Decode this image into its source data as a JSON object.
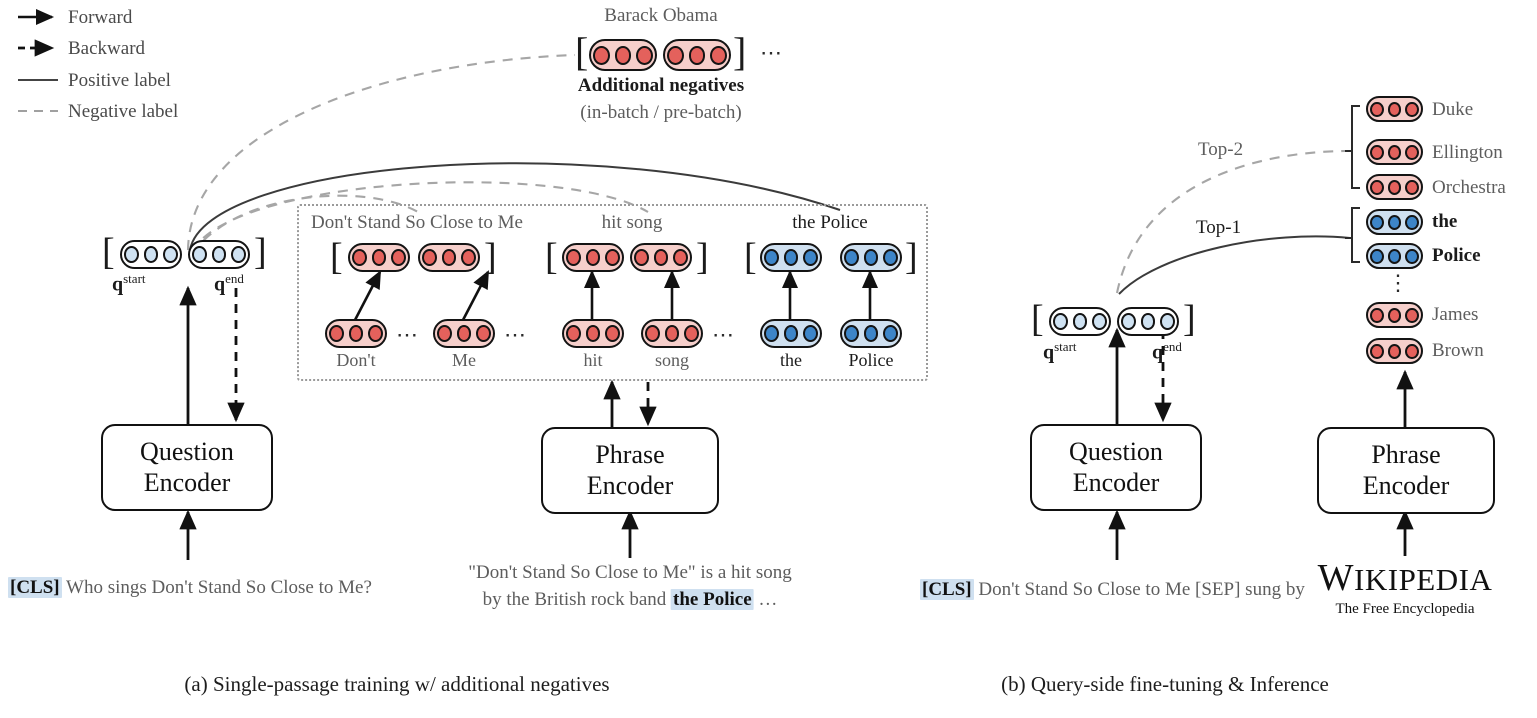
{
  "legend": {
    "items": [
      {
        "key": "forward",
        "label": "Forward",
        "style": "solid-arrow"
      },
      {
        "key": "backward",
        "label": "Backward",
        "style": "dashed-arrow"
      },
      {
        "key": "positive",
        "label": "Positive label",
        "style": "solid-line"
      },
      {
        "key": "negative",
        "label": "Negative label",
        "style": "dashed-line"
      }
    ]
  },
  "colors": {
    "red_fill": "#f6cfcb",
    "red_dot": "#e4615c",
    "blue_fill": "#cfe0f0",
    "blue_dot": "#3d85c8",
    "pale_dot": "#cfe2f2",
    "stroke": "#141414",
    "grey_line": "#9a9a9a",
    "text_grey": "#5d5d5d"
  },
  "negatives": {
    "title": "Barack Obama",
    "caption_bold": "Additional negatives",
    "caption_sub": "(in-batch / pre-batch)",
    "ellipsis": "⋯",
    "bracket_open": "[",
    "bracket_close": "]"
  },
  "panel_a": {
    "caption": "(a) Single-passage training w/ additional negatives",
    "query": {
      "start_label_base": "q",
      "start_label_sup": "start",
      "end_label_base": "q",
      "end_label_sup": "end",
      "bracket_open": "[",
      "bracket_close": "]"
    },
    "phrase_groups": [
      {
        "title": "Don't Stand So Close to Me",
        "color": "red",
        "tokens": [
          "Don't",
          "Me"
        ],
        "separated": true
      },
      {
        "title": "hit song",
        "color": "red",
        "tokens": [
          "hit",
          "song"
        ],
        "separated": false
      },
      {
        "title": "the Police",
        "color": "blue",
        "tokens": [
          "the",
          "Police"
        ],
        "separated": false,
        "title_bold": true
      }
    ],
    "token_ellipsis": "⋯",
    "question_encoder": {
      "line1": "Question",
      "line2": "Encoder"
    },
    "phrase_encoder": {
      "line1": "Phrase",
      "line2": "Encoder"
    },
    "question_input": {
      "cls": "[CLS]",
      "text": "Who sings Don't Stand So Close to Me?"
    },
    "passage_input": {
      "line1": "\"Don't Stand So Close to Me\" is a hit song",
      "line2_pre": "by the British rock band ",
      "line2_hl": "the Police",
      "line2_post": " …"
    }
  },
  "panel_b": {
    "caption": "(b) Query-side fine-tuning & Inference",
    "query": {
      "start_label_base": "q",
      "start_label_sup": "start",
      "end_label_base": "q",
      "end_label_sup": "end",
      "bracket_open": "[",
      "bracket_close": "]"
    },
    "edge_labels": {
      "top2": "Top-2",
      "top1": "Top-1"
    },
    "results": [
      {
        "label": "Duke",
        "color": "red",
        "group": "top2",
        "bold": false
      },
      {
        "label": "Ellington",
        "color": "red",
        "group": "top2",
        "bold": false
      },
      {
        "label": "Orchestra",
        "color": "red",
        "group": "top2",
        "bold": false
      },
      {
        "label": "the",
        "color": "blue",
        "group": "top1",
        "bold": true
      },
      {
        "label": "Police",
        "color": "blue",
        "group": "top1",
        "bold": true
      },
      {
        "label": "James",
        "color": "red",
        "group": "rest",
        "bold": false
      },
      {
        "label": "Brown",
        "color": "red",
        "group": "rest",
        "bold": false
      }
    ],
    "vertical_ellipsis": "⋮",
    "question_encoder": {
      "line1": "Question",
      "line2": "Encoder"
    },
    "phrase_encoder": {
      "line1": "Phrase",
      "line2": "Encoder"
    },
    "question_input": {
      "cls": "[CLS]",
      "text": "Don't Stand So Close to Me [SEP] sung by"
    },
    "wikipedia": {
      "word_w": "W",
      "word_rest": "IKIPEDIA",
      "tagline": "The Free Encyclopedia"
    }
  }
}
